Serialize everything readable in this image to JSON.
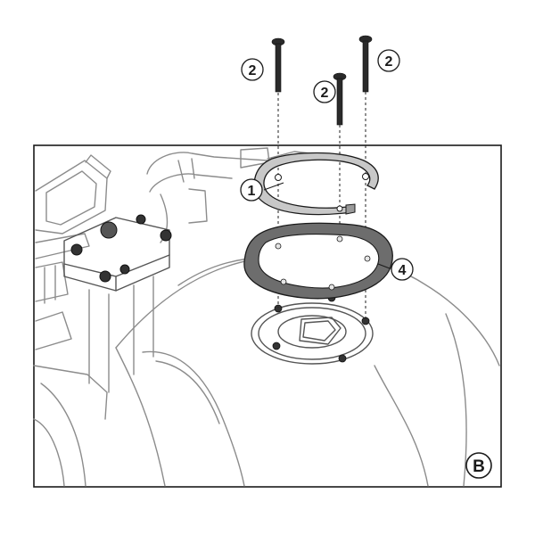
{
  "colors": {
    "line": "#1a1a1a",
    "light_line": "#9a9a9a",
    "ring_fill": "#c8c8c8",
    "flange_fill": "#6d6d6d",
    "background": "#ffffff"
  },
  "callouts": {
    "bolt_left": "2",
    "bolt_middle": "2",
    "bolt_right": "2",
    "ring_upper": "1",
    "flange": "4"
  },
  "view_label": "B"
}
